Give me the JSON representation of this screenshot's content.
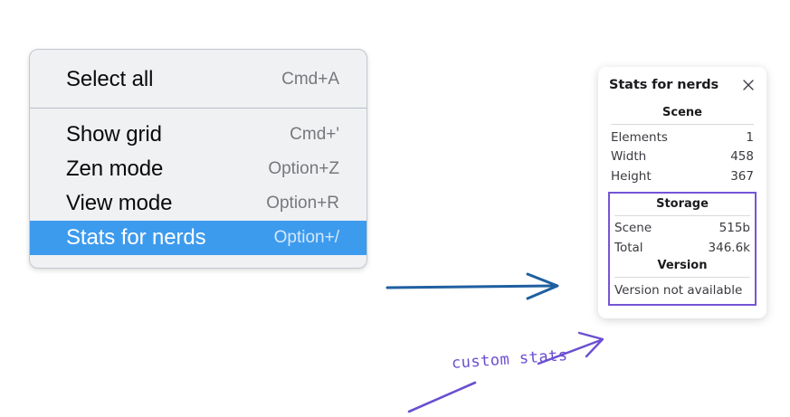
{
  "background_color": "#ffffff",
  "context_menu": {
    "name": "context-menu",
    "highlight_color": "#3d9bee",
    "background_color": "#f0f1f3",
    "sections": [
      {
        "items": [
          {
            "label": "Select all",
            "shortcut": "Cmd+A",
            "selected": false
          }
        ]
      },
      {
        "items": [
          {
            "label": "Show grid",
            "shortcut": "Cmd+'",
            "selected": false
          },
          {
            "label": "Zen mode",
            "shortcut": "Option+Z",
            "selected": false
          },
          {
            "label": "View mode",
            "shortcut": "Option+R",
            "selected": false
          },
          {
            "label": "Stats for nerds",
            "shortcut": "Option+/",
            "selected": true
          }
        ]
      }
    ]
  },
  "stats_panel": {
    "title": "Stats for nerds",
    "close_icon": "close-icon",
    "groups": [
      {
        "title": "Scene",
        "rows": [
          {
            "key": "Elements",
            "value": "1"
          },
          {
            "key": "Width",
            "value": "458"
          },
          {
            "key": "Height",
            "value": "367"
          }
        ]
      },
      {
        "title": "Storage",
        "rows": [
          {
            "key": "Scene",
            "value": "515b"
          },
          {
            "key": "Total",
            "value": "346.6k"
          }
        ]
      },
      {
        "title": "Version",
        "text": "Version not available"
      }
    ],
    "highlight_border_color": "#7455d6"
  },
  "annotations": {
    "handwritten_label": "custom stats",
    "handwritten_color": "#6a4fd0",
    "blue_arrow_color": "#1f5fa0",
    "purple_arrow_color": "#6a4fd0"
  }
}
